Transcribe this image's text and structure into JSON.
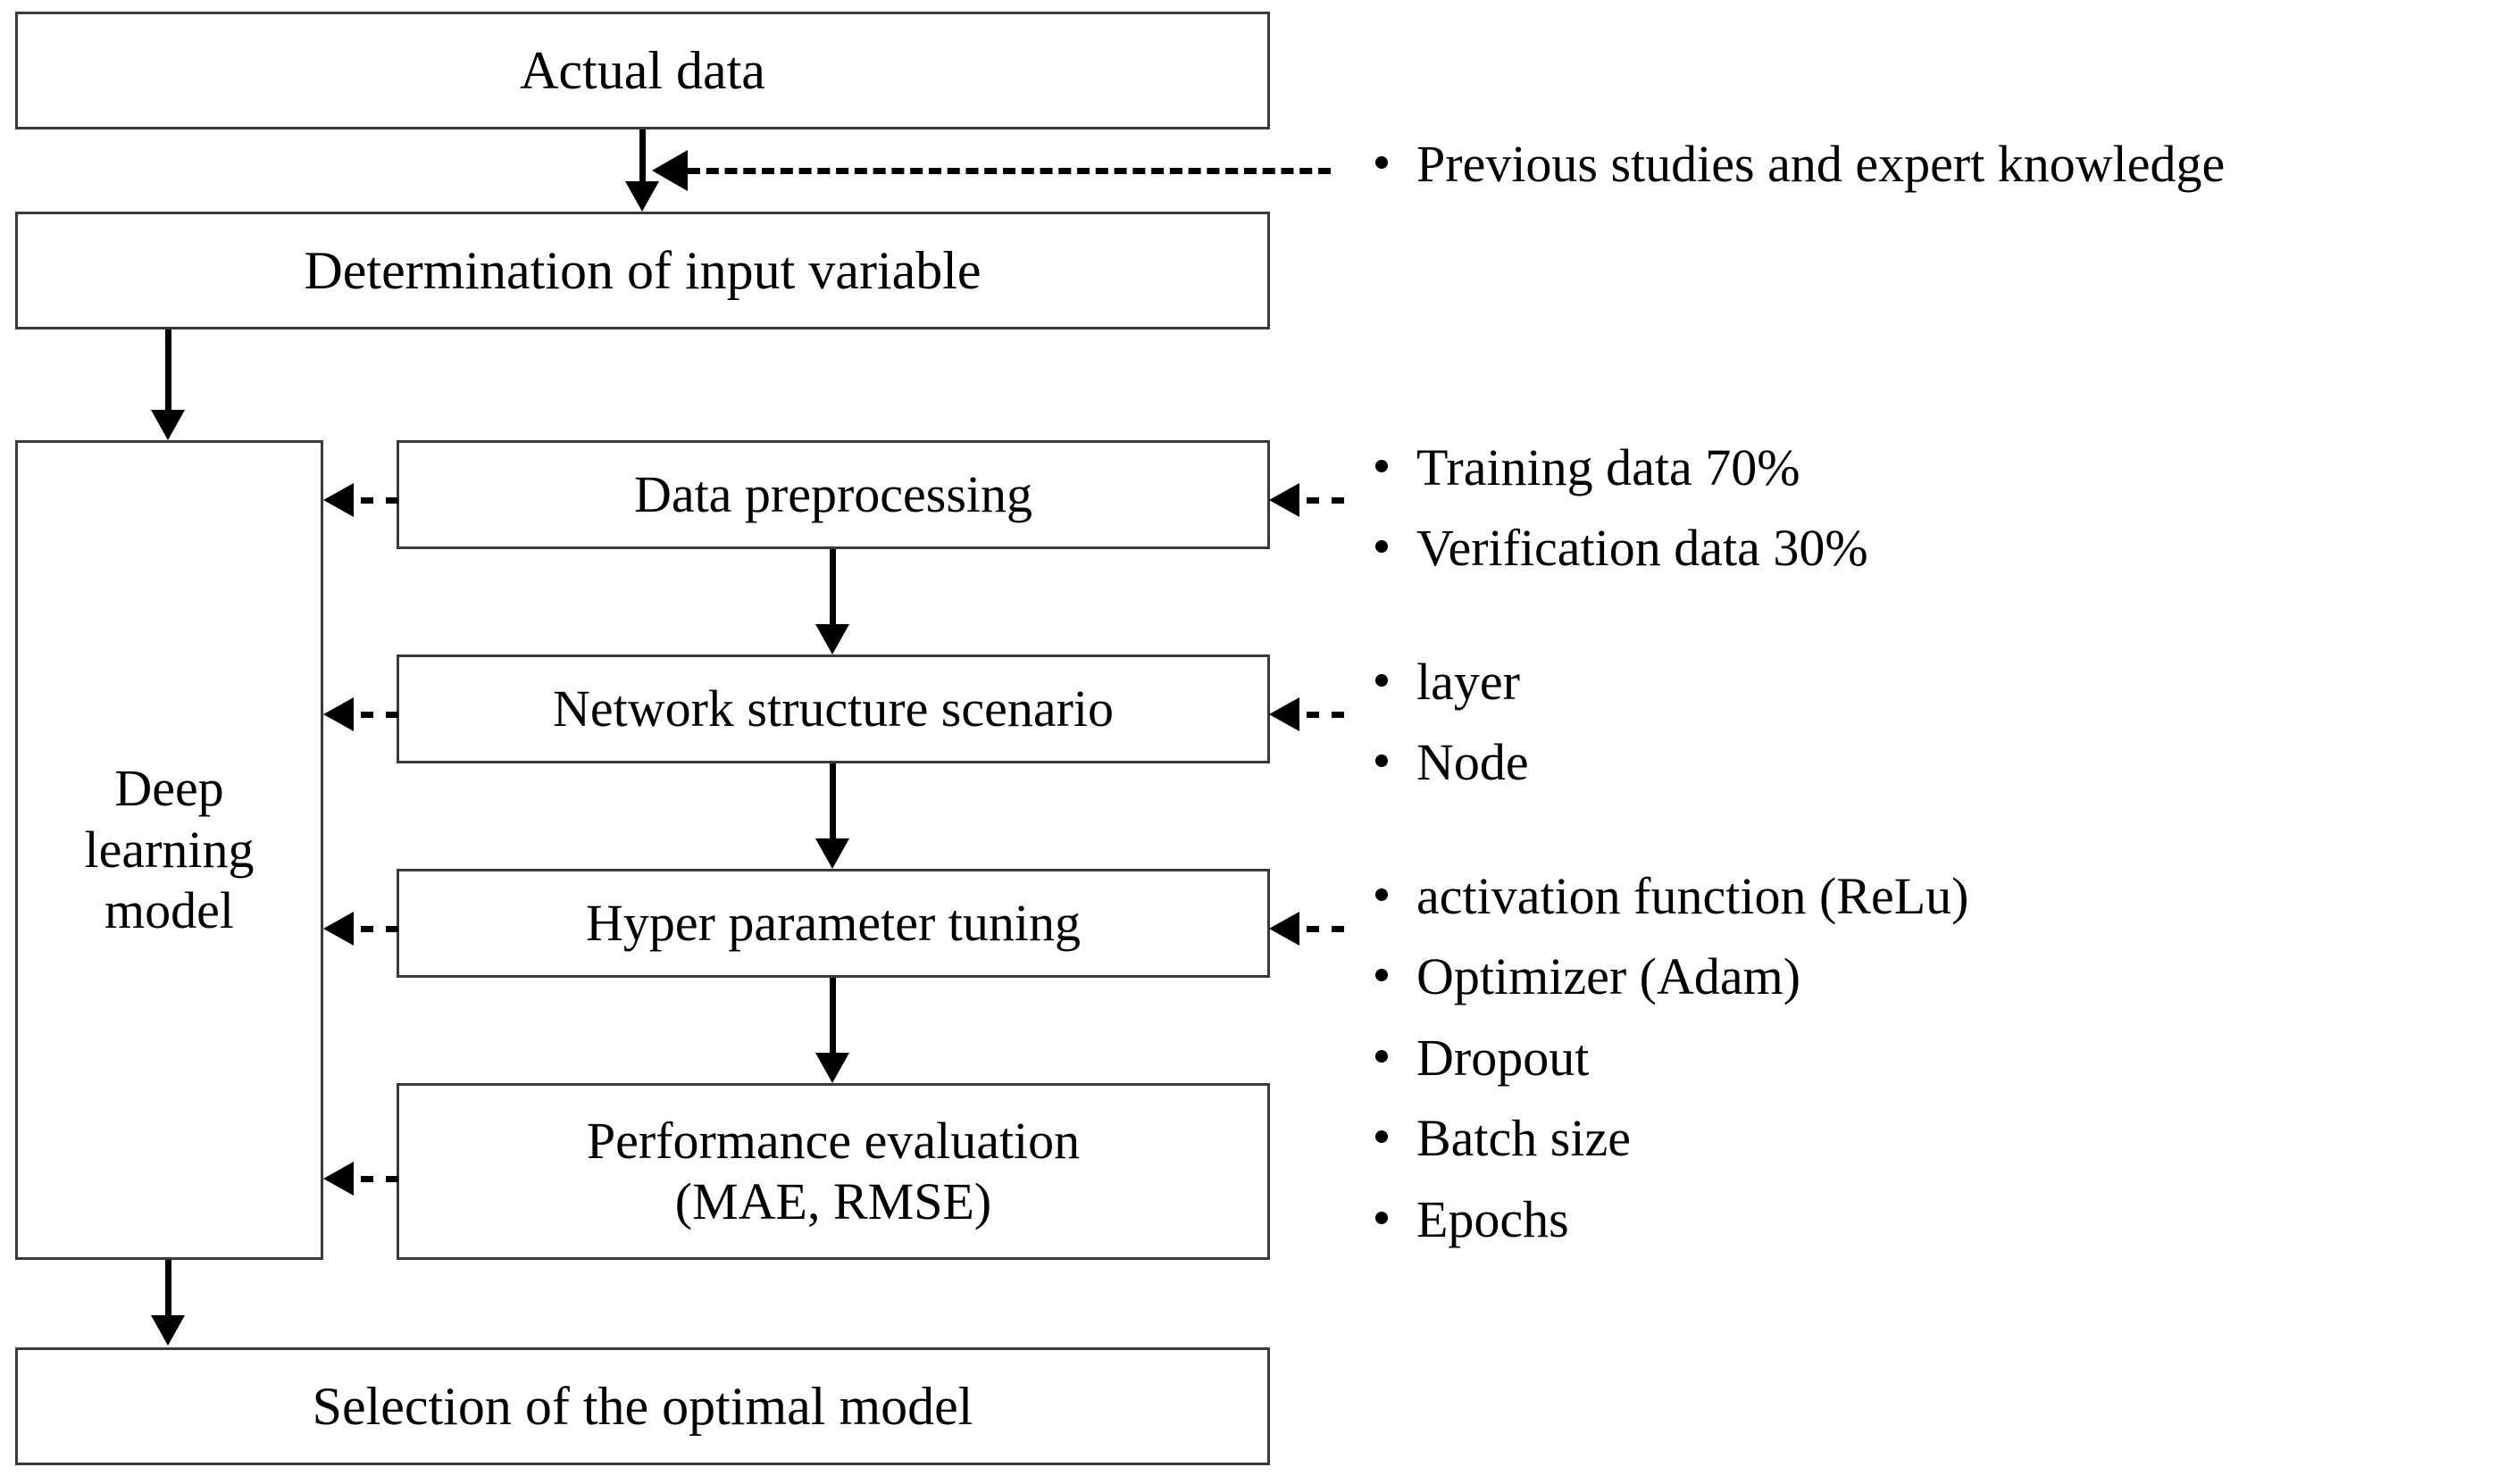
{
  "diagram": {
    "title": "Deep learning model development flowchart",
    "colors": {
      "line": "#000000",
      "box_border": "#3a3a3a",
      "background": "#ffffff",
      "text": "#000000"
    },
    "nodes": {
      "actual_data": "Actual data",
      "input_variable": "Determination of input variable",
      "deep_model": "Deep\nlearning\nmodel",
      "preprocessing": "Data preprocessing",
      "network_scenario": "Network  structure scenario",
      "hyper_tuning": "Hyper parameter tuning",
      "performance_eval": "Performance evaluation\n(MAE, RMSE)",
      "optimal_model": "Selection of the optimal model"
    },
    "annotations": {
      "prior_knowledge": {
        "items": [
          "Previous studies and expert knowledge"
        ]
      },
      "data_split": {
        "items": [
          "Training data 70%",
          "Verification data 30%"
        ]
      },
      "network_structure": {
        "items": [
          "layer",
          "Node"
        ]
      },
      "hyperparameters": {
        "items": [
          "activation function (ReLu)",
          "Optimizer (Adam)",
          "Dropout",
          "Batch size",
          "Epochs"
        ]
      }
    }
  }
}
